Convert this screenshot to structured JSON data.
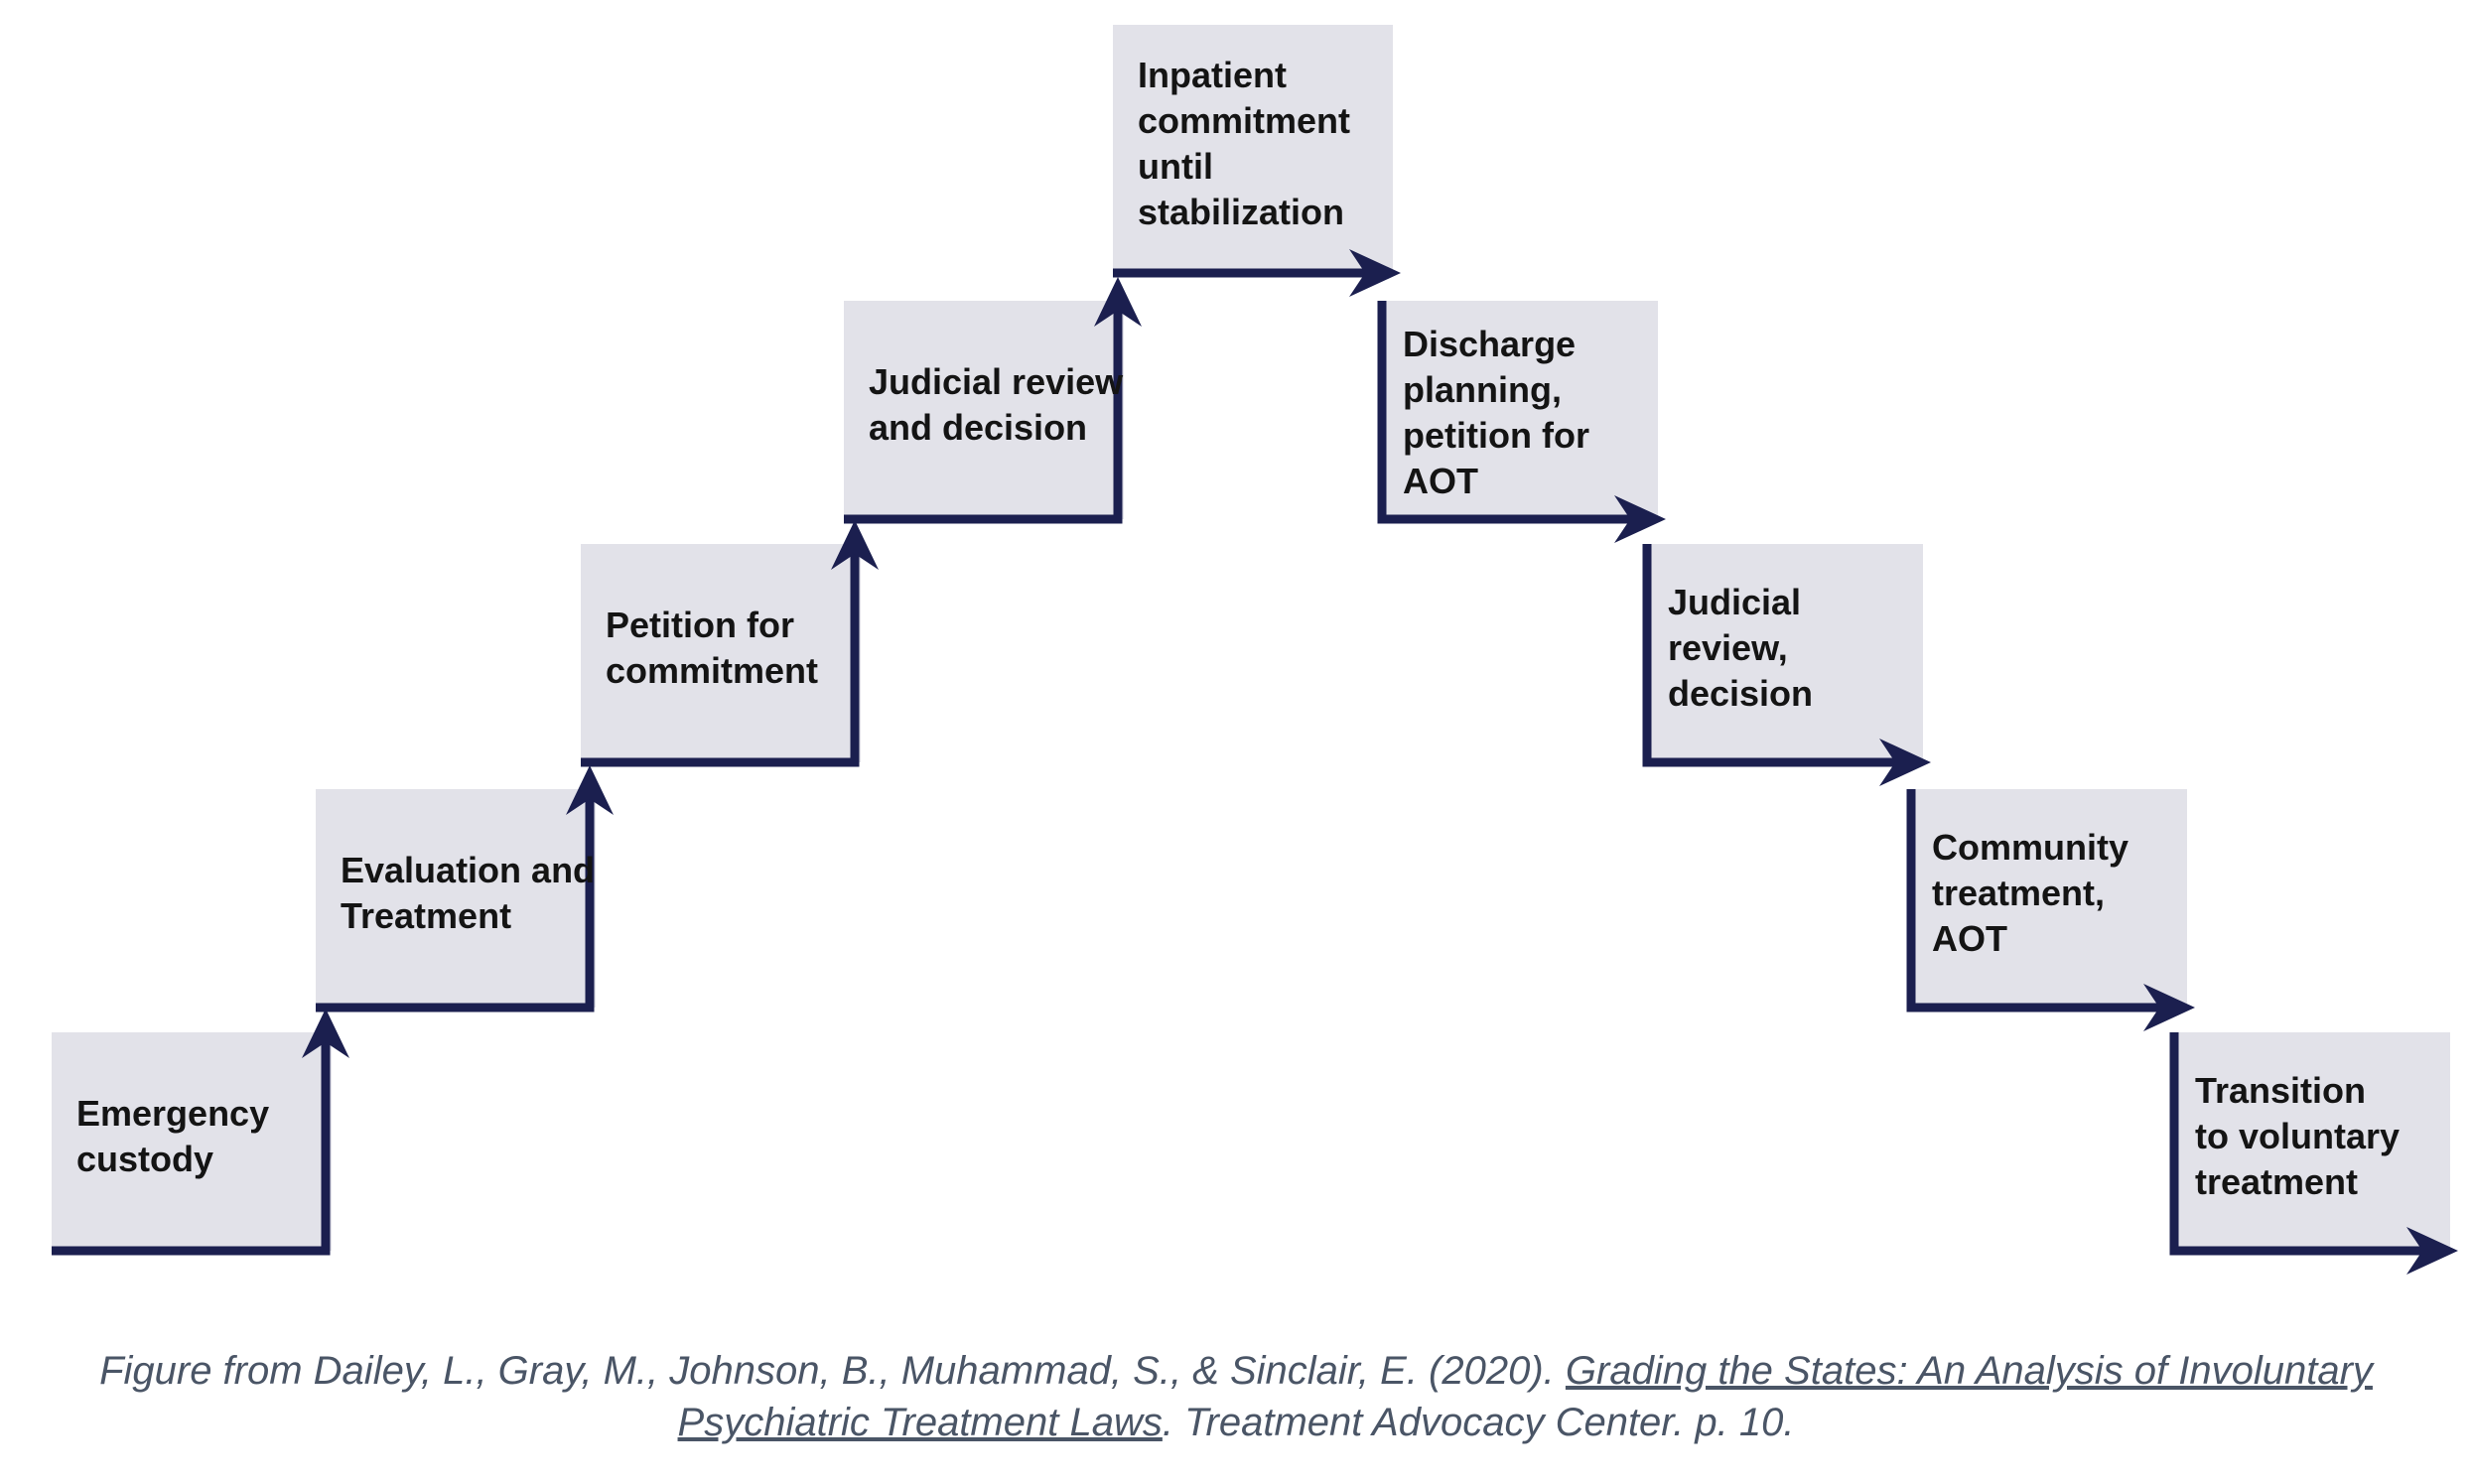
{
  "diagram": {
    "colors": {
      "box_fill": "#e2e2e9",
      "arrow": "#1b1f4f",
      "text": "#141414",
      "caption": "#4a5566"
    },
    "steps": [
      {
        "label": "Emergency custody",
        "lines": [
          "Emergency",
          "custody"
        ],
        "arrow": "up"
      },
      {
        "label": "Evaluation and Treatment",
        "lines": [
          "Evaluation and",
          "Treatment"
        ],
        "arrow": "up"
      },
      {
        "label": "Petition for commitment",
        "lines": [
          "Petition for",
          "commitment"
        ],
        "arrow": "up"
      },
      {
        "label": "Judicial review and decision",
        "lines": [
          "Judicial review",
          "and decision"
        ],
        "arrow": "up"
      },
      {
        "label": "Inpatient commitment until stabilization",
        "lines": [
          "Inpatient",
          "commitment",
          "until",
          "stabilization"
        ],
        "arrow": "right"
      },
      {
        "label": "Discharge planning, petition for AOT",
        "lines": [
          "Discharge",
          "planning,",
          "petition for",
          "AOT"
        ],
        "arrow": "right"
      },
      {
        "label": "Judicial review, decision",
        "lines": [
          "Judicial",
          "review,",
          "decision"
        ],
        "arrow": "right"
      },
      {
        "label": "Community treatment, AOT",
        "lines": [
          "Community",
          "treatment,",
          "AOT"
        ],
        "arrow": "right"
      },
      {
        "label": "Transition to voluntary treatment",
        "lines": [
          "Transition",
          "to voluntary",
          "treatment"
        ],
        "arrow": "right"
      }
    ]
  },
  "caption": {
    "prefix": "Figure from Dailey, L., Gray, M., Johnson, B., Muhammad, S., & Sinclair, E. (2020). ",
    "link_part1": "Grading the States: An Analysis of Involuntary",
    "link_part2": "Psychiatric Treatment Laws",
    "suffix": ". Treatment Advocacy Center. p. 10."
  }
}
